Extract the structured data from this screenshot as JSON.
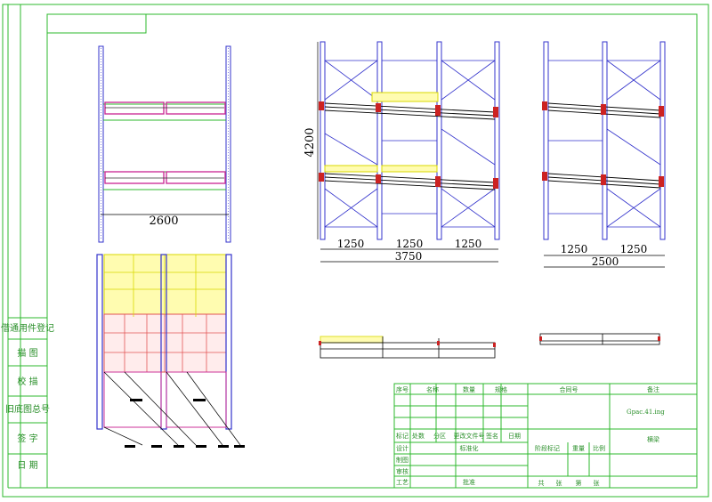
{
  "colors": {
    "frame": "#2db82d",
    "upright": "#3333cc",
    "beam": "#cc2222",
    "deck": "#d8d800",
    "pallet_red": "#e25555",
    "brace": "#3333cc",
    "dim": "#000000",
    "title_text": "#2a8f2a"
  },
  "drawing": {
    "side_view": {
      "width_dim": "2600"
    },
    "front_view_a": {
      "height_dim": "4200",
      "bay_dims": [
        "1250",
        "1250",
        "1250"
      ],
      "total_dim": "3750"
    },
    "front_view_b": {
      "bay_dims": [
        "1250",
        "1250"
      ],
      "total_dim": "2500"
    }
  },
  "left_strip": {
    "cells": [
      "借通用件登记",
      "描 图",
      "校 描",
      "旧底图总号",
      "签 字",
      "日 期"
    ]
  },
  "title_block": {
    "parts_header": [
      "序号",
      "名称",
      "数量",
      "规格",
      "合同号",
      "备注"
    ],
    "drawing_no": "Gpac.41.ing",
    "drawing_name": "横梁",
    "revision_row": [
      "标记",
      "处数",
      "分区",
      "更改文件号",
      "签名",
      "日期"
    ],
    "roles": [
      "设计",
      "制图",
      "审核",
      "工艺"
    ],
    "stage_label": "阶段标记",
    "weight_label": "重量",
    "scale_label": "比例",
    "std_label": "标准化",
    "approve_label": "批准",
    "sheet_row": [
      "共",
      "张",
      "第",
      "张"
    ]
  }
}
